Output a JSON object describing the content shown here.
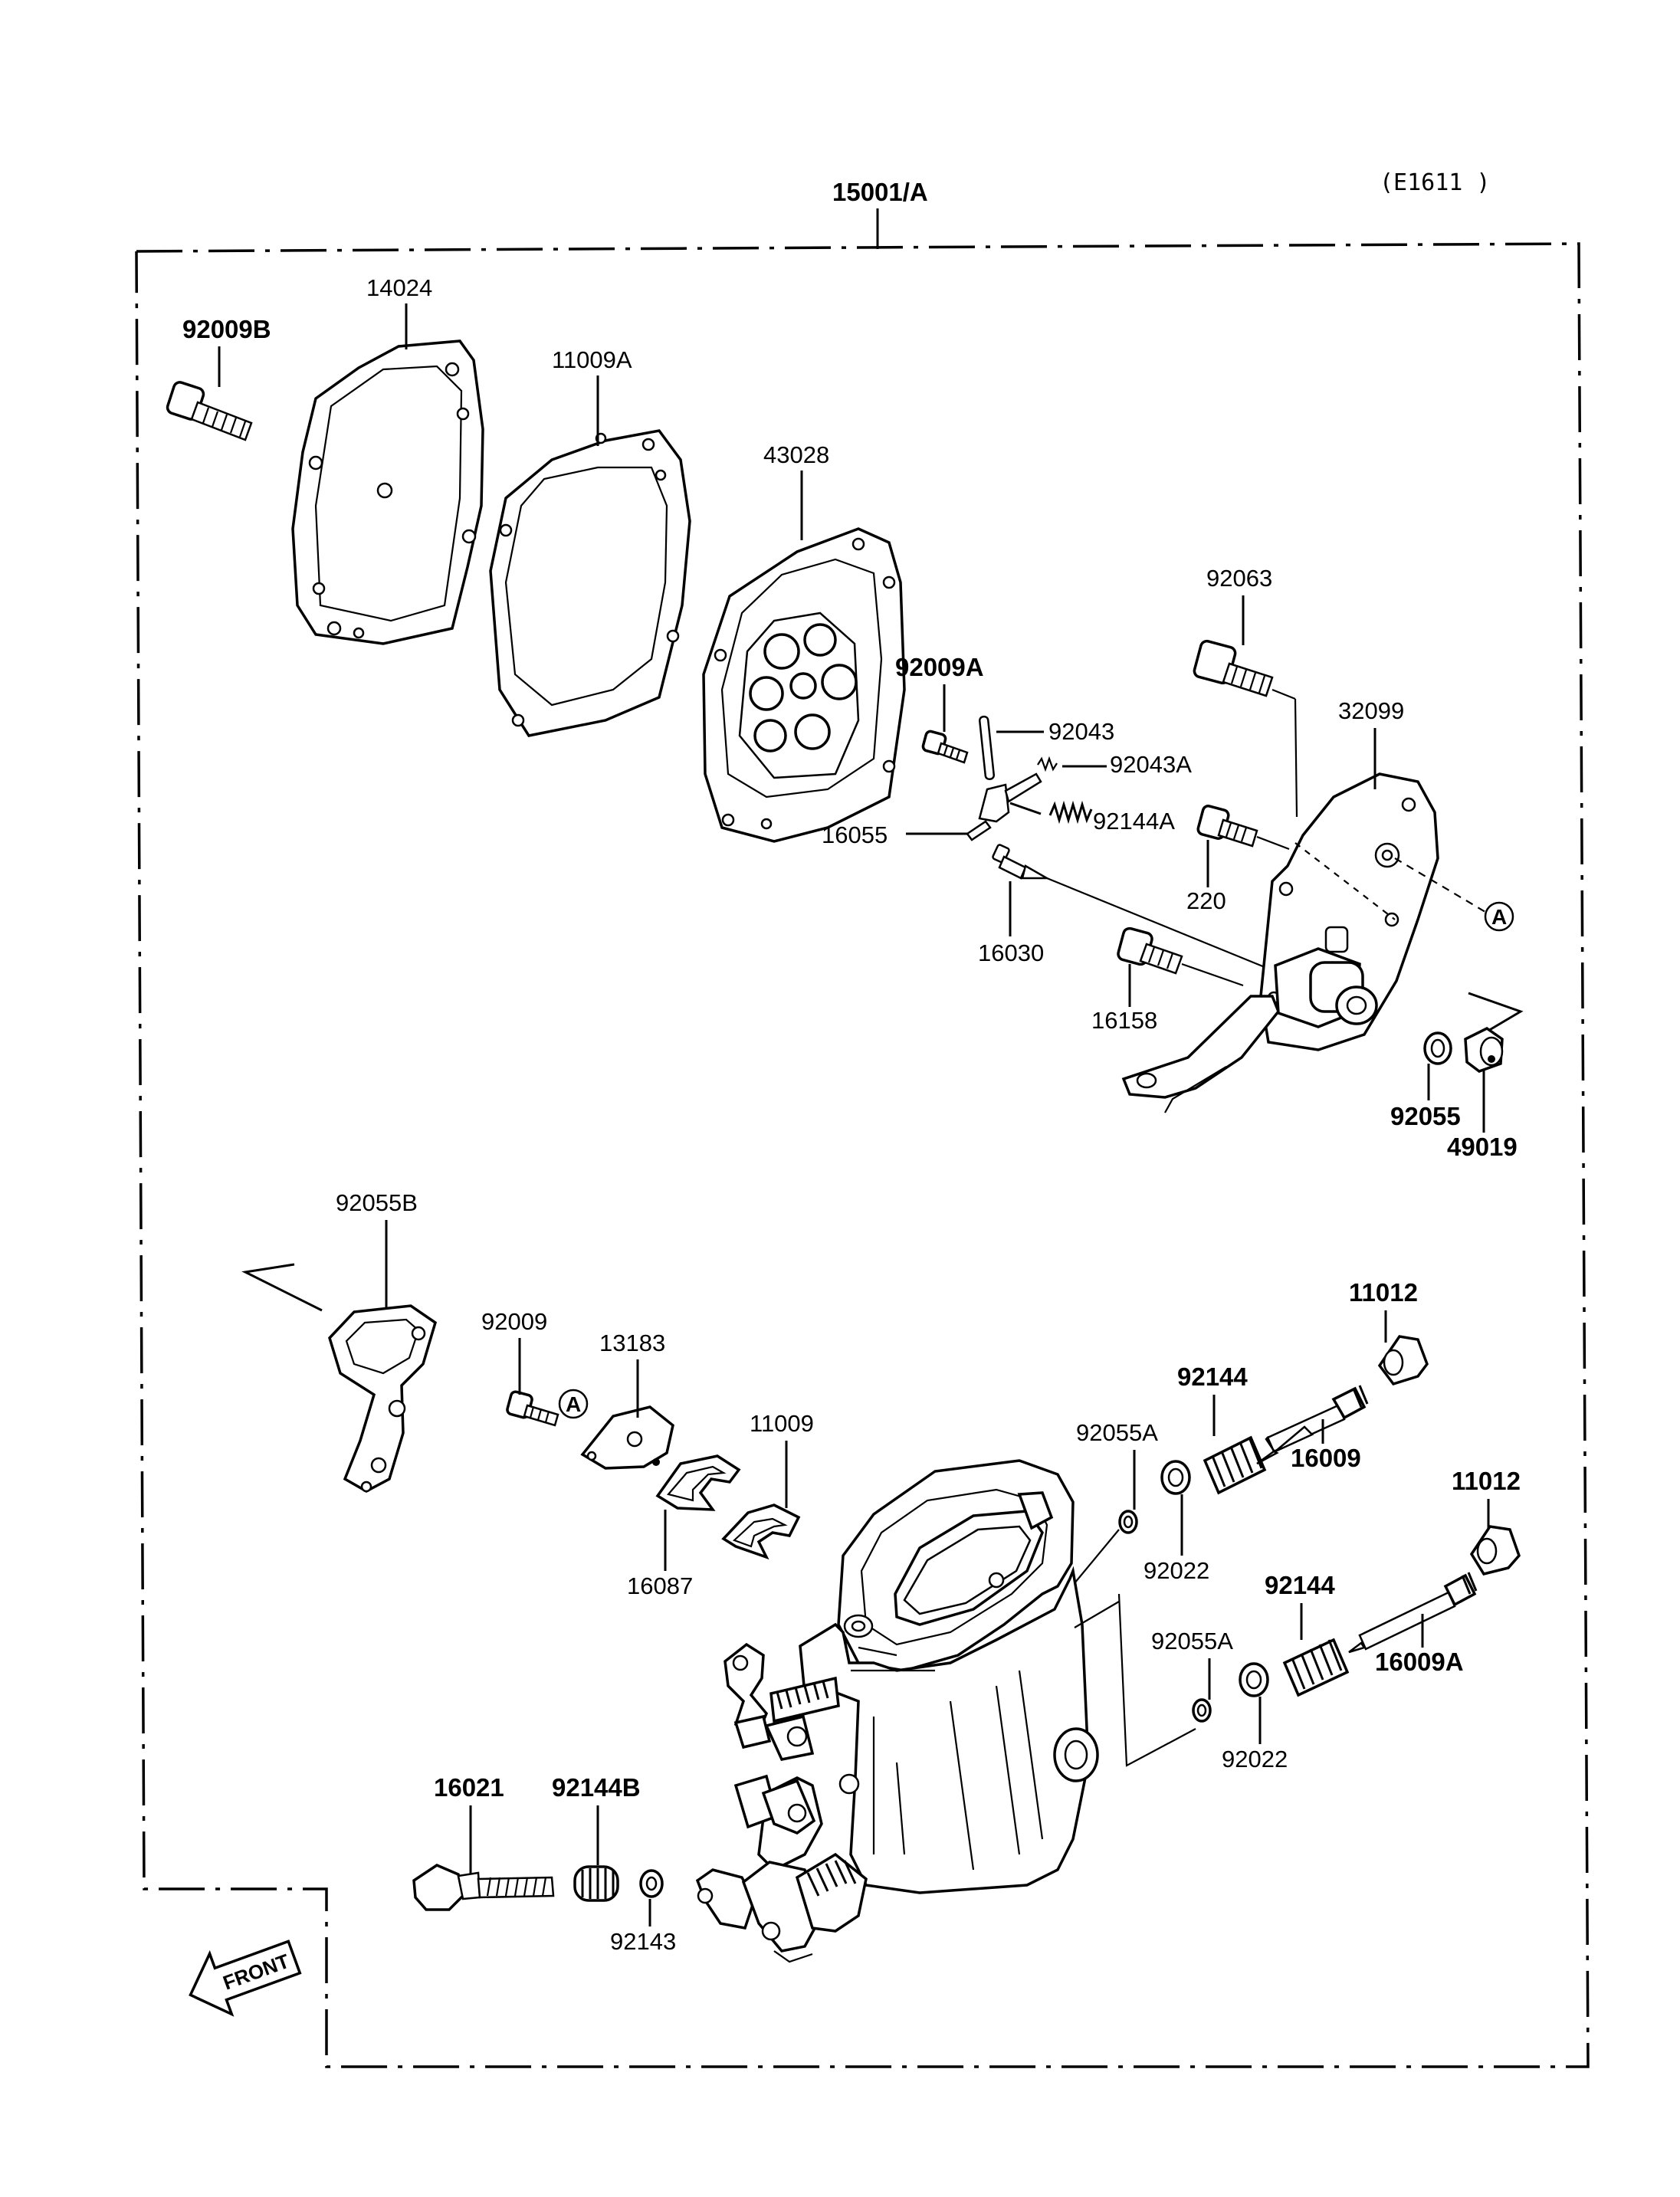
{
  "assembly": {
    "number": "15001/A",
    "code": "(E1611 )"
  },
  "labels": {
    "p14024": "14024",
    "p92009B": "92009B",
    "p11009A": "11009A",
    "p43028": "43028",
    "p92063": "92063",
    "p32099": "32099",
    "p92009A": "92009A",
    "p92043": "92043",
    "p92043A": "92043A",
    "p16055": "16055",
    "p92144A": "92144A",
    "p220": "220",
    "p16030": "16030",
    "p16158": "16158",
    "p92055": "92055",
    "p49019": "49019",
    "p92055B": "92055B",
    "p92009": "92009",
    "p13183": "13183",
    "p11009": "11009",
    "p16087": "16087",
    "p11012_top": "11012",
    "p92144_top": "92144",
    "p92055A_top": "92055A",
    "p16009": "16009",
    "p92022_top": "92022",
    "p11012_bot": "11012",
    "p92144_bot": "92144",
    "p92055A_bot": "92055A",
    "p16009A": "16009A",
    "p92022_bot": "92022",
    "p16021": "16021",
    "p92144B": "92144B",
    "p92143": "92143"
  },
  "reference_marks": {
    "a_top": "A",
    "a_bottom": "A"
  },
  "front_arrow": {
    "text": "FRONT"
  },
  "icons": [
    "front-arrow-icon",
    "reference-a-circle-icon"
  ],
  "colors": {
    "ink": "#000000",
    "paper": "#ffffff"
  }
}
